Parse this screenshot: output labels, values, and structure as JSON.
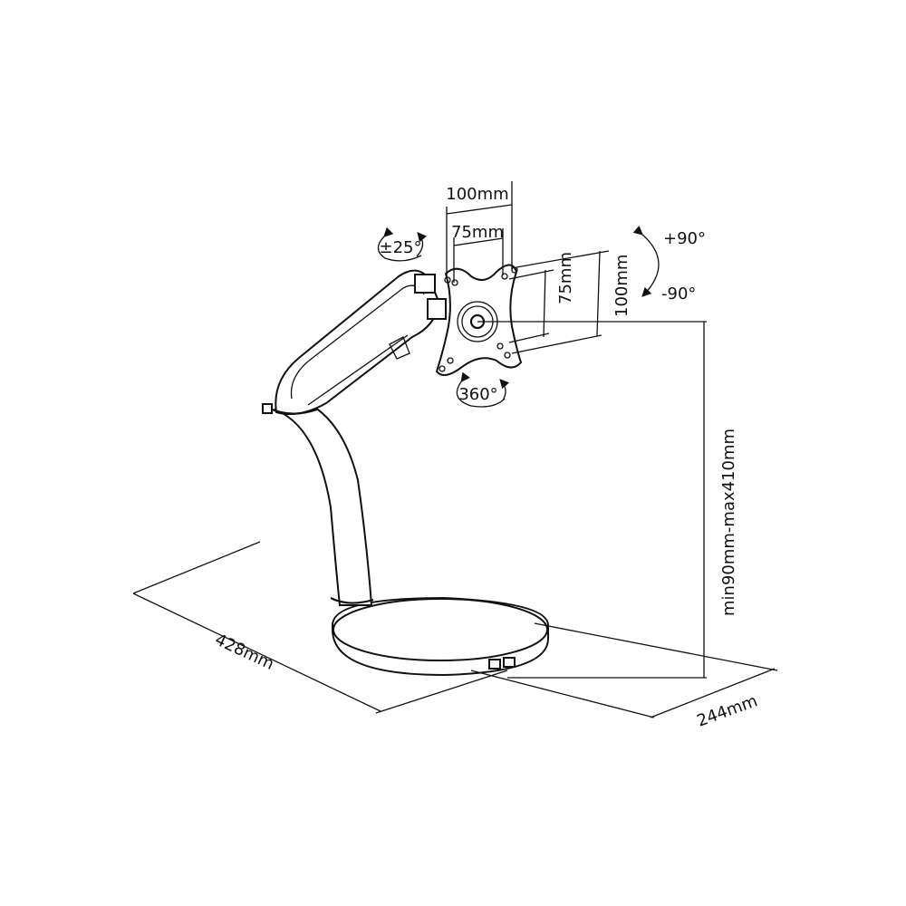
{
  "dimensions": {
    "vesa_horizontal_outer": "100mm",
    "vesa_horizontal_inner": "75mm",
    "vesa_vertical_inner": "75mm",
    "vesa_vertical_outer": "100mm",
    "height_range": "min90mm-max410mm",
    "base_depth": "428mm",
    "base_width": "244mm"
  },
  "rotations": {
    "swivel": "±25°",
    "tilt_up": "+90°",
    "tilt_down": "-90°",
    "rotation": "360°"
  },
  "colors": {
    "line": "#111111",
    "background": "#ffffff"
  }
}
